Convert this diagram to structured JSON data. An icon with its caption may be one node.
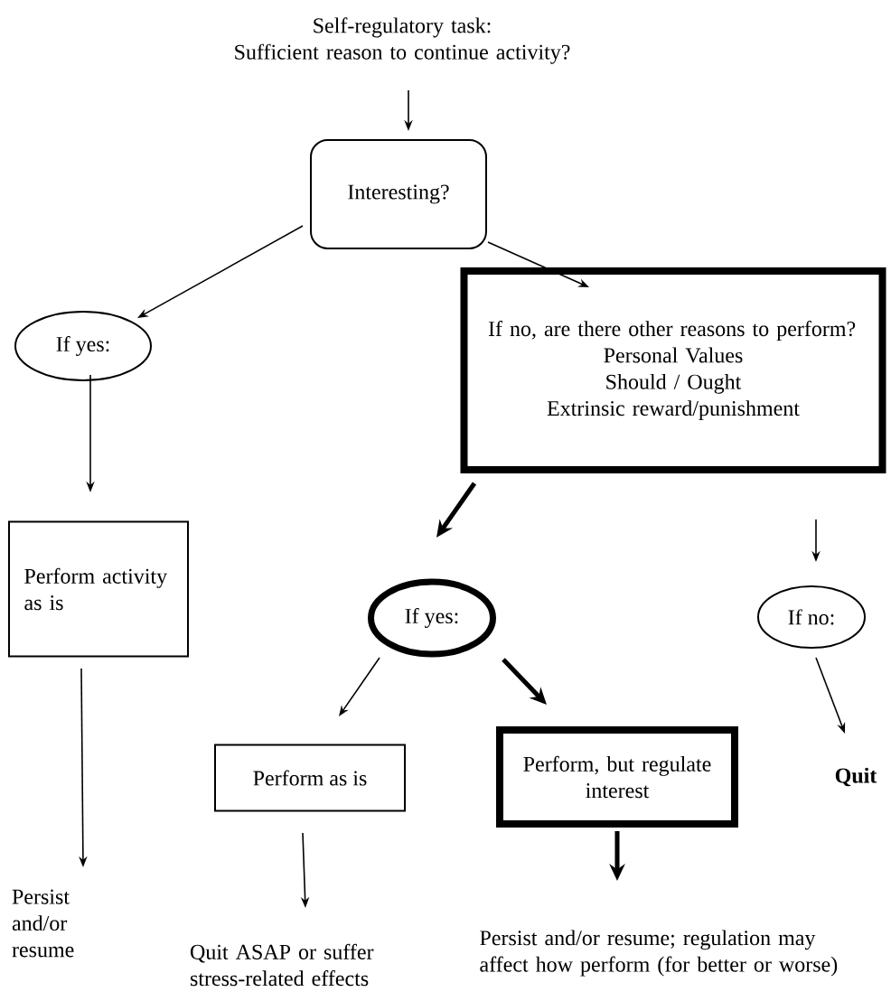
{
  "diagram": {
    "nodes": [
      {
        "text": [
          "Self-regulatory task:",
          "Sufficient reason to continue activity?"
        ]
      },
      {
        "text": [
          "Interesting?"
        ]
      },
      {
        "text": [
          "If yes:"
        ]
      },
      {
        "text": [
          "If no, are there other reasons to perform?",
          "Personal Values",
          "Should / Ought",
          "Extrinsic reward/punishment"
        ]
      },
      {
        "text": [
          "Perform activity as is"
        ]
      },
      {
        "text": [
          "If yes:"
        ]
      },
      {
        "text": [
          "If no:"
        ]
      },
      {
        "text": [
          "Perform as is"
        ]
      },
      {
        "text": [
          "Perform, but regulate interest"
        ]
      },
      {
        "text": [
          "Quit"
        ]
      },
      {
        "text": [
          "Persist and/or resume"
        ]
      },
      {
        "text": [
          "Quit ASAP or suffer stress-related effects"
        ]
      },
      {
        "text": [
          "Persist and/or resume; regulation may affect how perform (for better or worse)"
        ]
      }
    ],
    "edges": [
      {
        "from": 0,
        "to": 1,
        "arrow": "to"
      },
      {
        "from": 1,
        "to": 2,
        "arrow": "to"
      },
      {
        "from": 1,
        "to": 3,
        "arrow": "to"
      },
      {
        "from": 2,
        "to": 4,
        "arrow": "to"
      },
      {
        "from": 3,
        "to": 5,
        "arrow": "to",
        "style": "thick"
      },
      {
        "from": 3,
        "to": 6,
        "arrow": "to"
      },
      {
        "from": 4,
        "to": 10,
        "arrow": "to"
      },
      {
        "from": 5,
        "to": 7,
        "arrow": "to"
      },
      {
        "from": 5,
        "to": 8,
        "arrow": "to",
        "style": "thick"
      },
      {
        "from": 6,
        "to": 9,
        "arrow": "to"
      },
      {
        "from": 7,
        "to": 11,
        "arrow": "to"
      },
      {
        "from": 8,
        "to": 12,
        "arrow": "to",
        "style": "thick"
      }
    ]
  }
}
